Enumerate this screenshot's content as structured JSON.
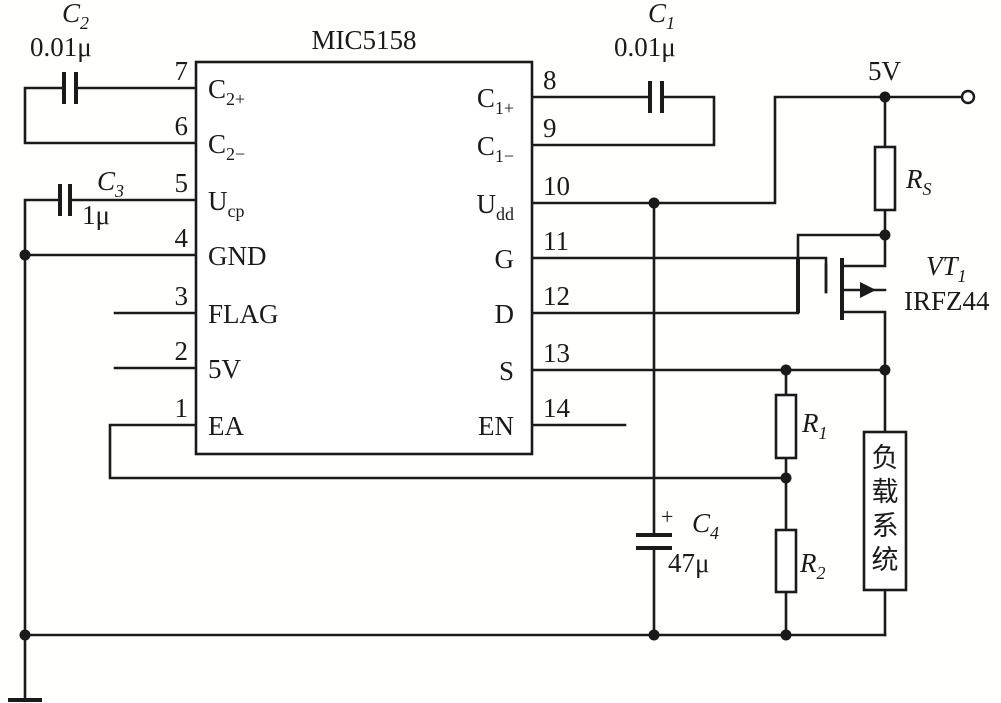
{
  "chip": {
    "name": "MIC5158",
    "left_pins": [
      {
        "num": "7",
        "name": "C",
        "sub": "2+"
      },
      {
        "num": "6",
        "name": "C",
        "sub": "2−"
      },
      {
        "num": "5",
        "name": "U",
        "sub": "cp"
      },
      {
        "num": "4",
        "name": "GND",
        "sub": ""
      },
      {
        "num": "3",
        "name": "FLAG",
        "sub": ""
      },
      {
        "num": "2",
        "name": "5V",
        "sub": ""
      },
      {
        "num": "1",
        "name": "EA",
        "sub": ""
      }
    ],
    "right_pins": [
      {
        "num": "8",
        "name": "C",
        "sub": "1+"
      },
      {
        "num": "9",
        "name": "C",
        "sub": "1−"
      },
      {
        "num": "10",
        "name": "U",
        "sub": "dd"
      },
      {
        "num": "11",
        "name": "G",
        "sub": ""
      },
      {
        "num": "12",
        "name": "D",
        "sub": ""
      },
      {
        "num": "13",
        "name": "S",
        "sub": ""
      },
      {
        "num": "14",
        "name": "EN",
        "sub": ""
      }
    ]
  },
  "components": {
    "c2": {
      "sym": "C",
      "sub": "2",
      "value": "0.01μ"
    },
    "c1": {
      "sym": "C",
      "sub": "1",
      "value": "0.01μ"
    },
    "c3": {
      "sym": "C",
      "sub": "3",
      "value": "1μ"
    },
    "c4": {
      "sym": "C",
      "sub": "4",
      "value": "47μ",
      "polarity": "+"
    },
    "rs": {
      "sym": "R",
      "sub": "S"
    },
    "r1": {
      "sym": "R",
      "sub": "1"
    },
    "r2": {
      "sym": "R",
      "sub": "2"
    },
    "vt1": {
      "sym": "VT",
      "sub": "1",
      "model": "IRFZ44"
    },
    "supply": {
      "label": "5V"
    },
    "load": {
      "label": "负载系统"
    }
  }
}
